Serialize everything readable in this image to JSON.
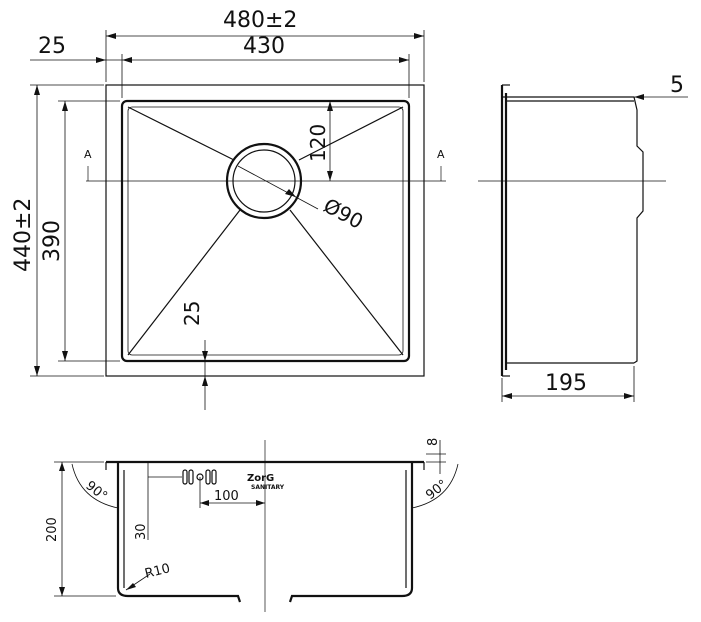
{
  "dimensions": {
    "overall_width": "480±2",
    "offset": "25",
    "inner_width": "430",
    "overall_depth": "440±2",
    "inner_depth": "390",
    "drain_offset": "120",
    "drain_diameter": "Ø90",
    "corner_offset": "25",
    "flange_thickness": "5",
    "side_depth": "195",
    "front_height": "200",
    "overflow_height": "30",
    "overflow_spacing": "100",
    "corner_radius": "R10",
    "rim_height": "8",
    "left_angle": "90°",
    "right_angle": "90°"
  },
  "section_mark": "A",
  "logo": {
    "brand": "ZorG",
    "sub": "SANITARY"
  }
}
